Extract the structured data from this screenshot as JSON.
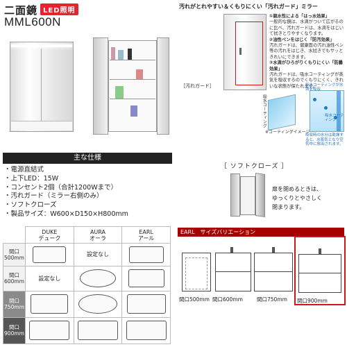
{
  "header": {
    "title": "二面鏡",
    "led_badge": "LED照明",
    "model": "MML600N"
  },
  "specs": {
    "heading": "主な仕様",
    "items": [
      "・電源直結式",
      "・上下LED：15W",
      "・コンセント2個（合計1200Wまで）",
      "・汚れガード（ミラー右側のみ）",
      "・ソフトクローズ",
      "・製品サイズ：W600×D150×H800mm"
    ]
  },
  "guard": {
    "title": "汚れがとれやすい＆くもりにくい「汚れガード」ミラー",
    "notes": [
      "①親水性による「はっ水効果」",
      "一般的な鏡は、水滴がついて広がるのに比べ、汚れガードは、水滴をはじいて拭きとりやすくなります。",
      "②油性ペンをはじく「防汚効果」",
      "汚れガードは、健康面の汚れ油性ペン等の汚れをはじき、水拭きでもサッときれいにできます。",
      "③水滴がひろがりくもりにくい「防曇効果」",
      "汚れガードは、吸水コーティングが蒸気を吸収するのでくもりにくく、きれいな状態が保たれます。"
    ],
    "label": "［汚れガード］",
    "coating_label": "吸水コーティング",
    "coating_image": "※コーティングイメージ",
    "diagram_top": "吸水コーティングが水滴を吸収",
    "diagram_side": "吸水コーティング",
    "diagram_note": "吸収時の水分は乾燥すると、水蒸気となり空気中に放出されます。"
  },
  "soft_close": {
    "title": "［ ソフトクローズ ］",
    "text": [
      "扉を閉めるときは、",
      "ゆっくりとやさしく",
      "閉まります。"
    ]
  },
  "compat_table": {
    "columns": [
      {
        "en": "DUKE",
        "jp": "デューク"
      },
      {
        "en": "AURA",
        "jp": "オーラ"
      },
      {
        "en": "EARL",
        "jp": "アール"
      }
    ],
    "rows": [
      {
        "label": "間口",
        "size": "500mm",
        "cells": [
          "sink",
          "設定なし",
          "sink"
        ]
      },
      {
        "label": "間口",
        "size": "600mm",
        "cells": [
          "設定なし",
          "sink",
          "sink"
        ]
      },
      {
        "label": "間口",
        "size": "750mm",
        "cells": [
          "sink",
          "sink",
          "sink"
        ]
      },
      {
        "label": "間口",
        "size": "900mm",
        "cells": [
          "sink",
          "sink",
          "sink"
        ]
      }
    ]
  },
  "earl": {
    "heading": "EARL　サイズバリエーション",
    "variants": [
      "間口500mm",
      "間口600mm",
      "間口750mm",
      "間口900mm"
    ]
  },
  "colors": {
    "led": "#e8232f",
    "earl_bar": "#a60000",
    "highlight": "#d0141c"
  }
}
